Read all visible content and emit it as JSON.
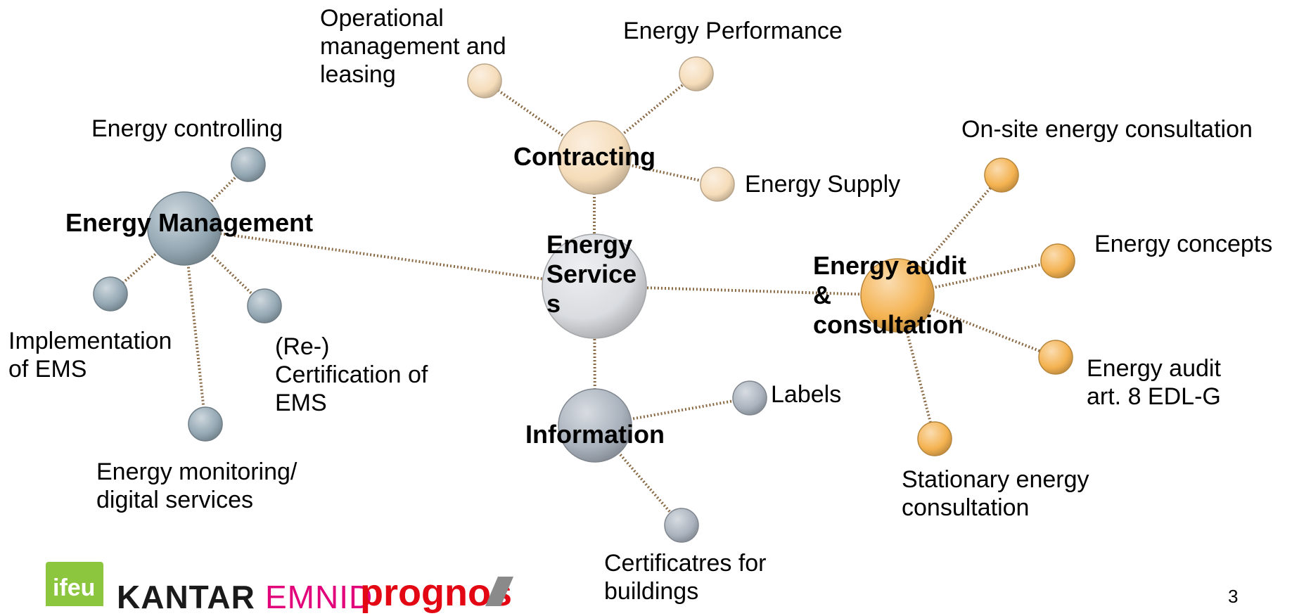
{
  "diagram": {
    "nodes": [
      {
        "id": "center",
        "label": "Energy\nService\ns",
        "color": "#d9dce0",
        "kind": "hub"
      },
      {
        "id": "em",
        "label": "Energy Management",
        "color": "#93a7b3",
        "kind": "hub"
      },
      {
        "id": "ct",
        "label": "Contracting",
        "color": "#f5dcb9",
        "kind": "hub"
      },
      {
        "id": "ea",
        "label": "Energy audit\n&\nconsultation",
        "color": "#f4b250",
        "kind": "hub"
      },
      {
        "id": "inf",
        "label": "Information",
        "color": "#a9b2bd",
        "kind": "hub"
      },
      {
        "id": "em1",
        "label": "Energy controlling",
        "color": "#93a7b3"
      },
      {
        "id": "em2",
        "label": "Implementation\nof EMS",
        "color": "#93a7b3"
      },
      {
        "id": "em3",
        "label": "(Re-)\nCertification of\nEMS",
        "color": "#93a7b3"
      },
      {
        "id": "em4",
        "label": "Energy monitoring/\ndigital services",
        "color": "#93a7b3"
      },
      {
        "id": "ct1",
        "label": "Operational\nmanagement and\nleasing",
        "color": "#f5dcb9"
      },
      {
        "id": "ct2",
        "label": "Energy Performance",
        "color": "#f5dcb9"
      },
      {
        "id": "ct3",
        "label": "Energy Supply",
        "color": "#f5dcb9"
      },
      {
        "id": "ea1",
        "label": "On-site energy consultation",
        "color": "#f4b250"
      },
      {
        "id": "ea2",
        "label": "Energy concepts",
        "color": "#f4b250"
      },
      {
        "id": "ea3",
        "label": "Energy audit\nart. 8 EDL-G",
        "color": "#f4b250"
      },
      {
        "id": "ea4",
        "label": "Stationary energy\nconsultation",
        "color": "#f4b250"
      },
      {
        "id": "inf1",
        "label": "Labels",
        "color": "#a9b2bd"
      },
      {
        "id": "inf2",
        "label": "Certificatres for\nbuildings",
        "color": "#a9b2bd"
      }
    ],
    "edges": [
      [
        "center",
        "em"
      ],
      [
        "center",
        "ct"
      ],
      [
        "center",
        "ea"
      ],
      [
        "center",
        "inf"
      ],
      [
        "em",
        "em1"
      ],
      [
        "em",
        "em2"
      ],
      [
        "em",
        "em3"
      ],
      [
        "em",
        "em4"
      ],
      [
        "ct",
        "ct1"
      ],
      [
        "ct",
        "ct2"
      ],
      [
        "ct",
        "ct3"
      ],
      [
        "ea",
        "ea1"
      ],
      [
        "ea",
        "ea2"
      ],
      [
        "ea",
        "ea3"
      ],
      [
        "ea",
        "ea4"
      ],
      [
        "inf",
        "inf1"
      ],
      [
        "inf",
        "inf2"
      ]
    ],
    "edge_color": "#8a6a45"
  },
  "footer": {
    "logo_ifeu": "ifeu",
    "logo_kantar": "KANTAR",
    "logo_emnid": "EMNID",
    "logo_prognos": "prognos",
    "page_number": "3"
  }
}
